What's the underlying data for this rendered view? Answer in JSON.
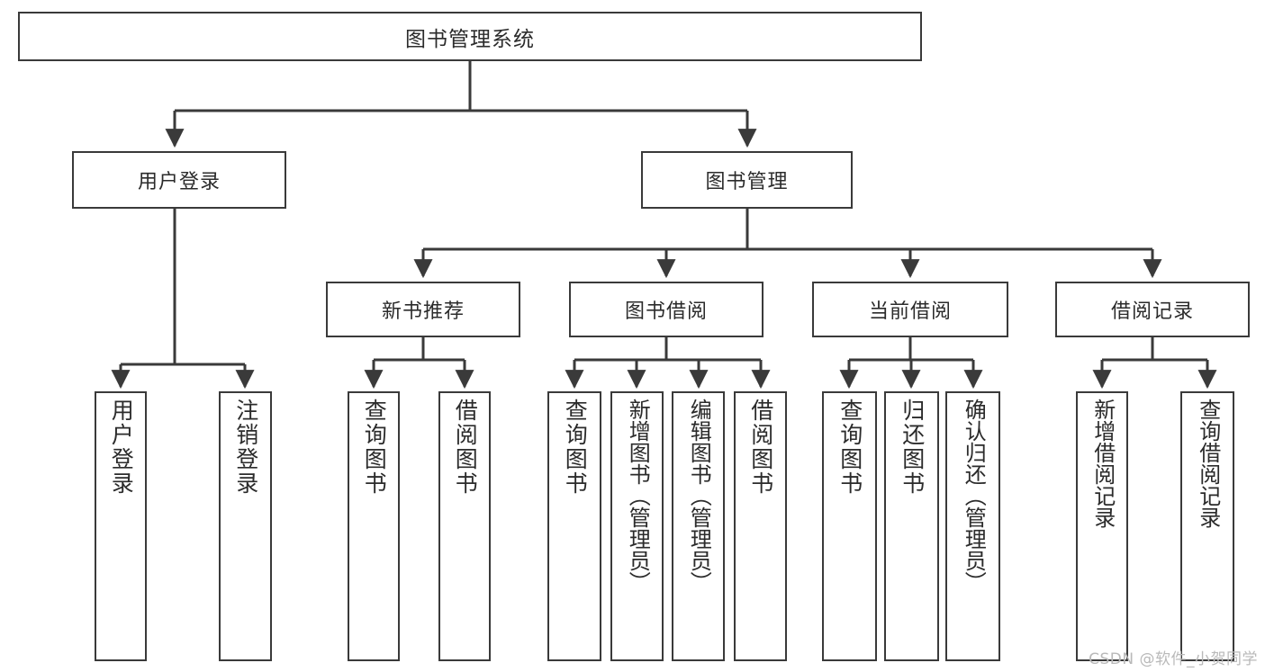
{
  "diagram": {
    "type": "tree-hierarchy",
    "title_node": {
      "label": "图书管理系统"
    },
    "level2": [
      {
        "id": "user-login",
        "label": "用户登录"
      },
      {
        "id": "book-manage",
        "label": "图书管理"
      }
    ],
    "level3": [
      {
        "id": "new-book-recommend",
        "label": "新书推荐"
      },
      {
        "id": "book-borrow",
        "label": "图书借阅"
      },
      {
        "id": "current-borrow",
        "label": "当前借阅"
      },
      {
        "id": "borrow-record",
        "label": "借阅记录"
      }
    ],
    "leaves": {
      "user_login": [
        {
          "id": "leaf-user-login",
          "label": "用户登录"
        },
        {
          "id": "leaf-logout-login",
          "label": "注销登录"
        }
      ],
      "new_book_recommend": [
        {
          "id": "leaf-query-book-1",
          "label": "查询图书"
        },
        {
          "id": "leaf-borrow-book-1",
          "label": "借阅图书"
        }
      ],
      "book_borrow": [
        {
          "id": "leaf-query-book-2",
          "label": "查询图书"
        },
        {
          "id": "leaf-add-book",
          "label": "新增图书（管理员）"
        },
        {
          "id": "leaf-edit-book",
          "label": "编辑图书（管理员）"
        },
        {
          "id": "leaf-borrow-book-2",
          "label": "借阅图书"
        }
      ],
      "current_borrow": [
        {
          "id": "leaf-query-book-3",
          "label": "查询图书"
        },
        {
          "id": "leaf-return-book",
          "label": "归还图书"
        },
        {
          "id": "leaf-confirm-return",
          "label": "确认归还（管理员）"
        }
      ],
      "borrow_record": [
        {
          "id": "leaf-add-record",
          "label": "新增借阅记录"
        },
        {
          "id": "leaf-query-record",
          "label": "查询借阅记录"
        }
      ]
    },
    "watermark": "CSDN @软件_小贺同学",
    "colors": {
      "stroke": "#3a3a3a",
      "text": "#2b2b2b",
      "background": "#ffffff",
      "watermark": "#b9b9b9"
    }
  }
}
